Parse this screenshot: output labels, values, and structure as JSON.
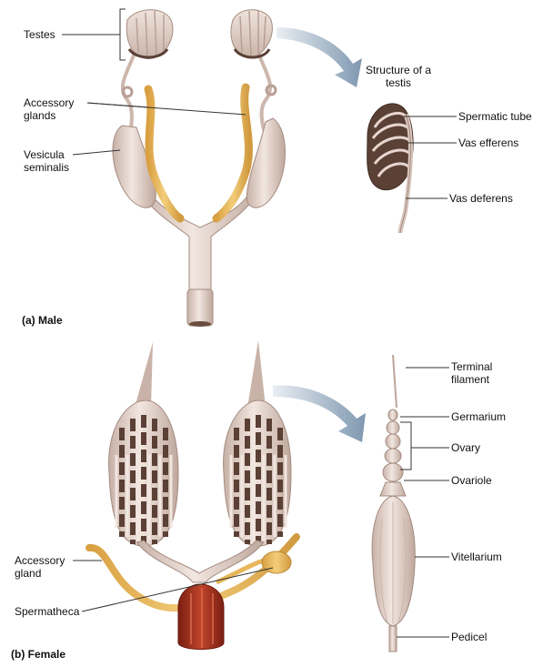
{
  "male": {
    "panel_label": "(a)  Male",
    "labels": {
      "testes": "Testes",
      "accessory_glands": "Accessory glands",
      "vesicula_seminalis": "Vesicula seminalis",
      "structure_of_testis": "Structure of a testis",
      "spermatic_tube": "Spermatic tube",
      "vas_efferens": "Vas efferens",
      "vas_deferens": "Vas deferens"
    }
  },
  "female": {
    "panel_label": "(b)  Female",
    "labels": {
      "accessory_gland": "Accessory gland",
      "spermatheca": "Spermatheca",
      "terminal_filament": "Terminal filament",
      "germarium": "Germarium",
      "ovary": "Ovary",
      "ovariole": "Ovariole",
      "vitellarium": "Vitellarium",
      "pedicel": "Pedicel"
    }
  },
  "colors": {
    "tissue": "#e6d6cf",
    "tissue_shadow": "#b89f95",
    "dark_stripe": "#5b4035",
    "gland_yellow": "#e7b75a",
    "arrow_blue": "#8aa2b8",
    "red_tissue": "#a8321e",
    "leader_line": "#333333"
  }
}
